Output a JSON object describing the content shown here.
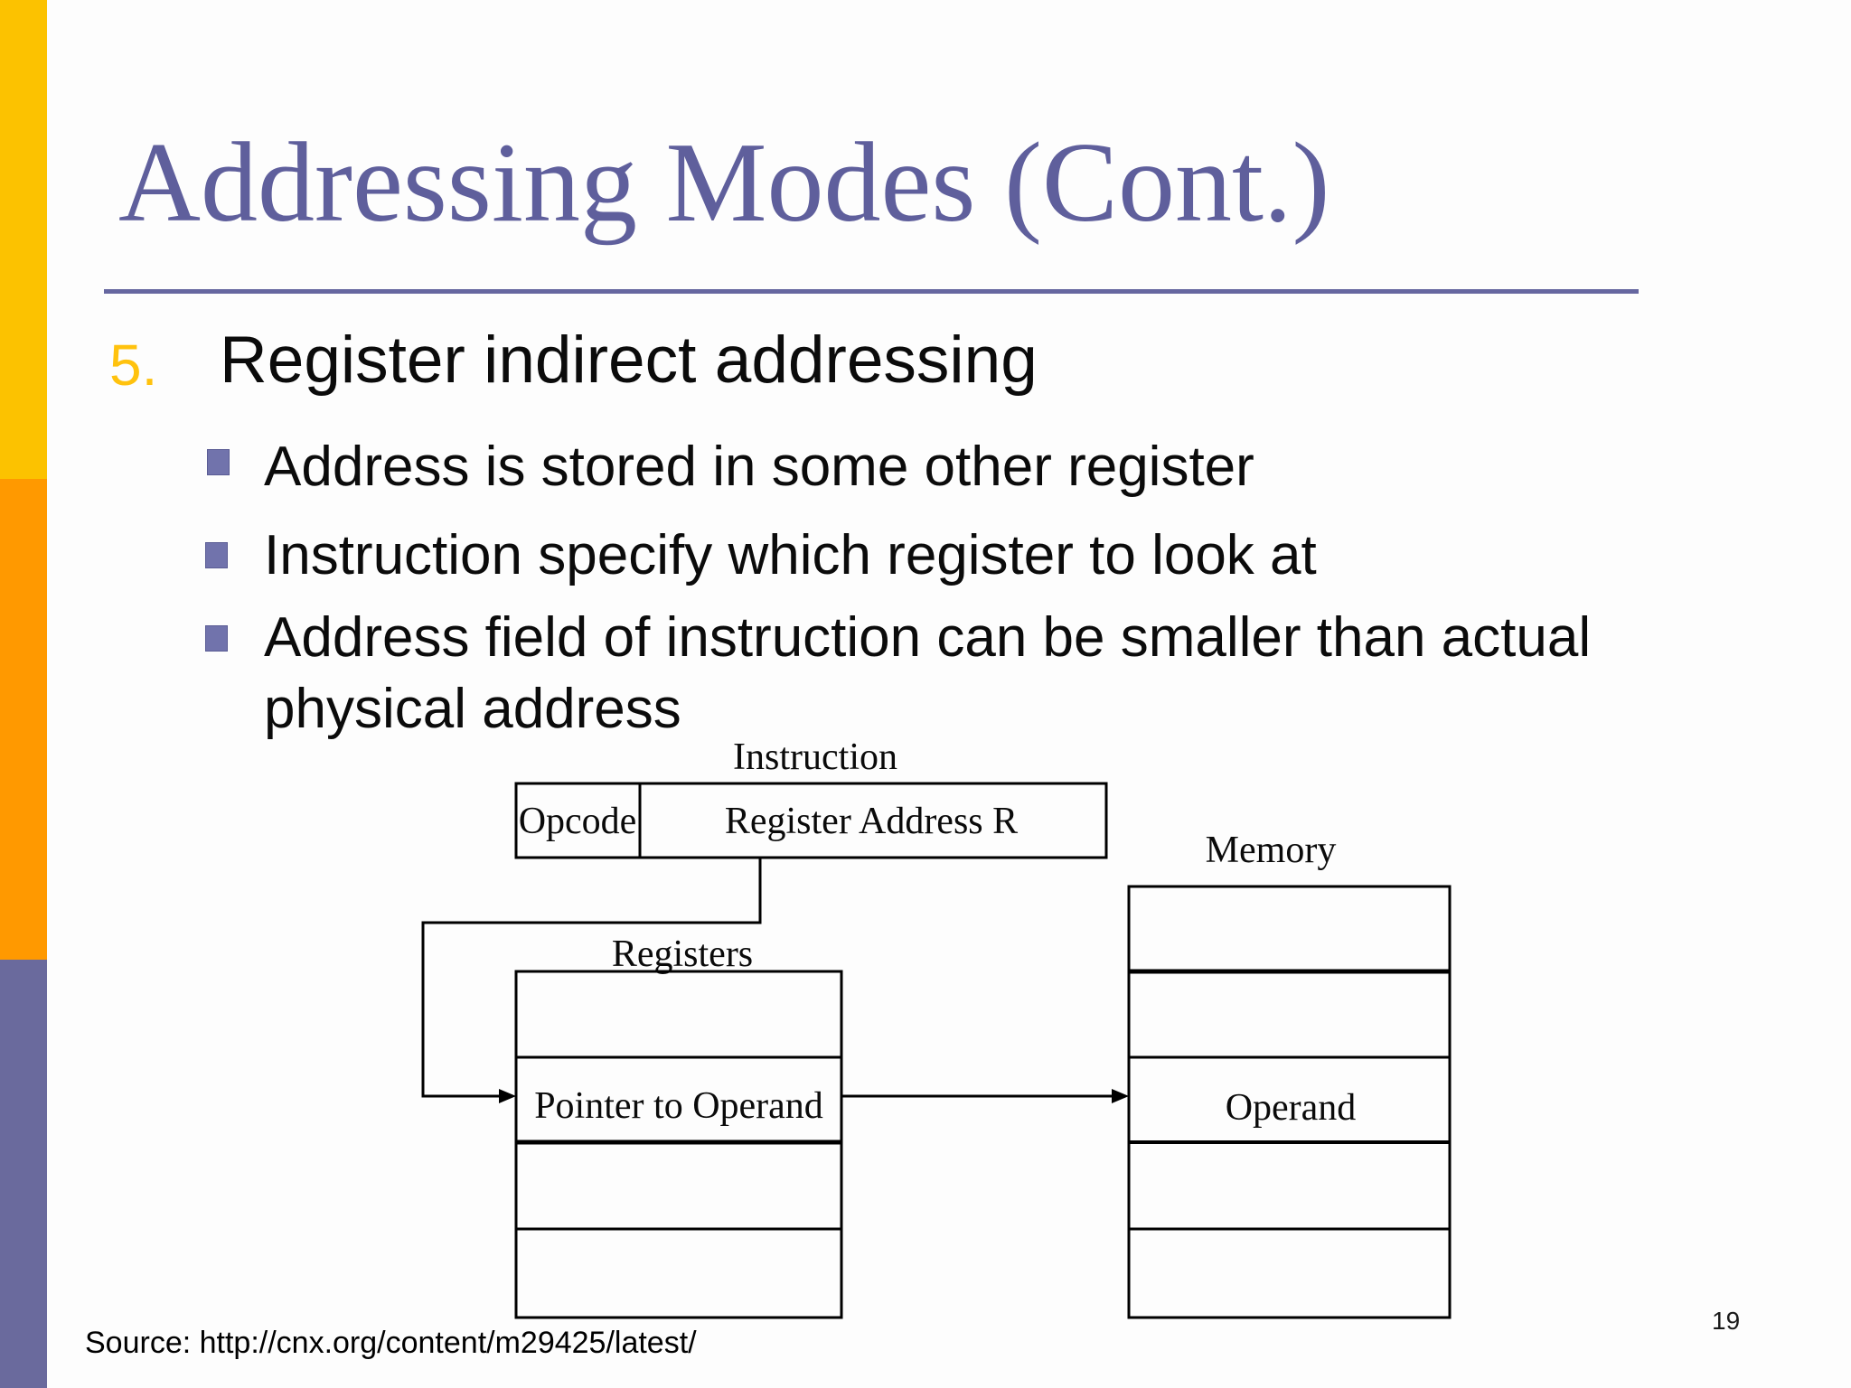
{
  "slide": {
    "title": "Addressing Modes (Cont.)",
    "page_number": "19",
    "source": "Source: http://cnx.org/content/m29425/latest/"
  },
  "list": {
    "number": "5.",
    "heading": "Register indirect addressing",
    "bullets": [
      "Address is stored in some other register",
      "Instruction specify which register to look at",
      "Address field of instruction can be smaller than actual\nphysical address"
    ]
  },
  "diagram": {
    "instruction_label": "Instruction",
    "instruction_fields": {
      "opcode": "Opcode",
      "register_address": "Register Address R"
    },
    "registers_label": "Registers",
    "registers_rows": [
      "",
      "Pointer to Operand",
      "",
      ""
    ],
    "pointer_cell": "Pointer to Operand",
    "memory_label": "Memory",
    "memory_rows": [
      "",
      "",
      "Operand",
      "",
      ""
    ],
    "operand_cell": "Operand"
  },
  "colors": {
    "accent_bar_yellow": "#FCC200",
    "accent_bar_orange": "#FF9900",
    "accent_bar_purple": "#6A6A9D",
    "title_text": "#5F5F9C",
    "title_rule": "#6667A0",
    "list_number": "#FFC20E",
    "bullet_square": "#7173AC",
    "body_text": "#0B0B0B",
    "diagram_lines": "#000000"
  }
}
